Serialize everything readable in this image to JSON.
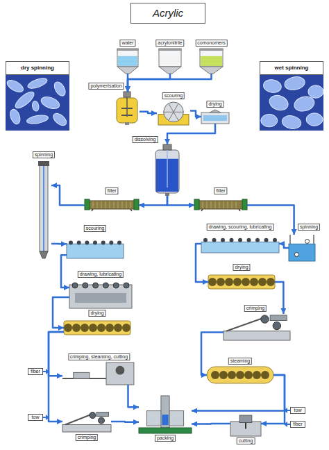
{
  "diagram": {
    "title": "Acrylic",
    "nodes": [
      {
        "text": [
          "dry spinning"
        ]
      },
      {
        "text": [
          "wet spinning"
        ]
      },
      {
        "text": [
          "water"
        ]
      },
      {
        "text": [
          "acrylonitrile"
        ]
      },
      {
        "text": [
          "comonomers"
        ]
      },
      {
        "text": [
          "polymerisation"
        ]
      },
      {
        "text": [
          "scouring"
        ]
      },
      {
        "text": [
          "drying"
        ]
      },
      {
        "text": [
          "dissolving"
        ]
      },
      {
        "text": [
          "spinning"
        ]
      },
      {
        "text": [
          "filter"
        ]
      },
      {
        "text": [
          "filter"
        ]
      },
      {
        "text": [
          "scouring"
        ]
      },
      {
        "text": [
          "drawing, lubricating"
        ]
      },
      {
        "text": [
          "drying"
        ]
      },
      {
        "text": [
          "crimping, steaming, cutting"
        ]
      },
      {
        "text": [
          "fiber"
        ]
      },
      {
        "text": [
          "tow"
        ]
      },
      {
        "text": [
          "crimping"
        ]
      },
      {
        "text": [
          "packing"
        ]
      },
      {
        "text": [
          "drawing, scouring, lubricating"
        ]
      },
      {
        "text": [
          "spinning"
        ]
      },
      {
        "text": [
          "drying"
        ]
      },
      {
        "text": [
          "crimping"
        ]
      },
      {
        "text": [
          "steaming"
        ]
      },
      {
        "text": [
          "tow"
        ]
      },
      {
        "text": [
          "fiber"
        ]
      },
      {
        "text": [
          "cutting"
        ]
      }
    ],
    "edges": [
      {
        "from": 2,
        "to": 5,
        "arrow": "to"
      },
      {
        "from": 3,
        "to": 5,
        "arrow": "to"
      },
      {
        "from": 4,
        "to": 5,
        "arrow": "to"
      },
      {
        "from": 5,
        "to": 6,
        "arrow": "to"
      },
      {
        "from": 6,
        "to": 7,
        "arrow": "to"
      },
      {
        "from": 7,
        "to": 8,
        "arrow": "to"
      },
      {
        "from": 8,
        "to": 10,
        "arrow": "to"
      },
      {
        "from": 8,
        "to": 11,
        "arrow": "to"
      },
      {
        "from": 10,
        "to": 9,
        "arrow": "to"
      },
      {
        "from": 9,
        "to": 12,
        "arrow": "to"
      },
      {
        "from": 12,
        "to": 13,
        "arrow": "to"
      },
      {
        "from": 13,
        "to": 14,
        "arrow": "to"
      },
      {
        "from": 14,
        "to": 15,
        "arrow": "to"
      },
      {
        "from": 14,
        "to": 18,
        "arrow": "to"
      },
      {
        "from": 15,
        "to": 19,
        "arrow": "to"
      },
      {
        "from": 18,
        "to": 19,
        "arrow": "to"
      },
      {
        "from": 11,
        "to": 21,
        "arrow": "to"
      },
      {
        "from": 21,
        "to": 20,
        "arrow": "to"
      },
      {
        "from": 20,
        "to": 22,
        "arrow": "to"
      },
      {
        "from": 22,
        "to": 23,
        "arrow": "to"
      },
      {
        "from": 23,
        "to": 24,
        "arrow": "to"
      },
      {
        "from": 24,
        "to": 19,
        "arrow": "to"
      },
      {
        "from": 24,
        "to": 27,
        "arrow": "to"
      },
      {
        "from": 27,
        "to": 19,
        "arrow": "to"
      }
    ]
  }
}
